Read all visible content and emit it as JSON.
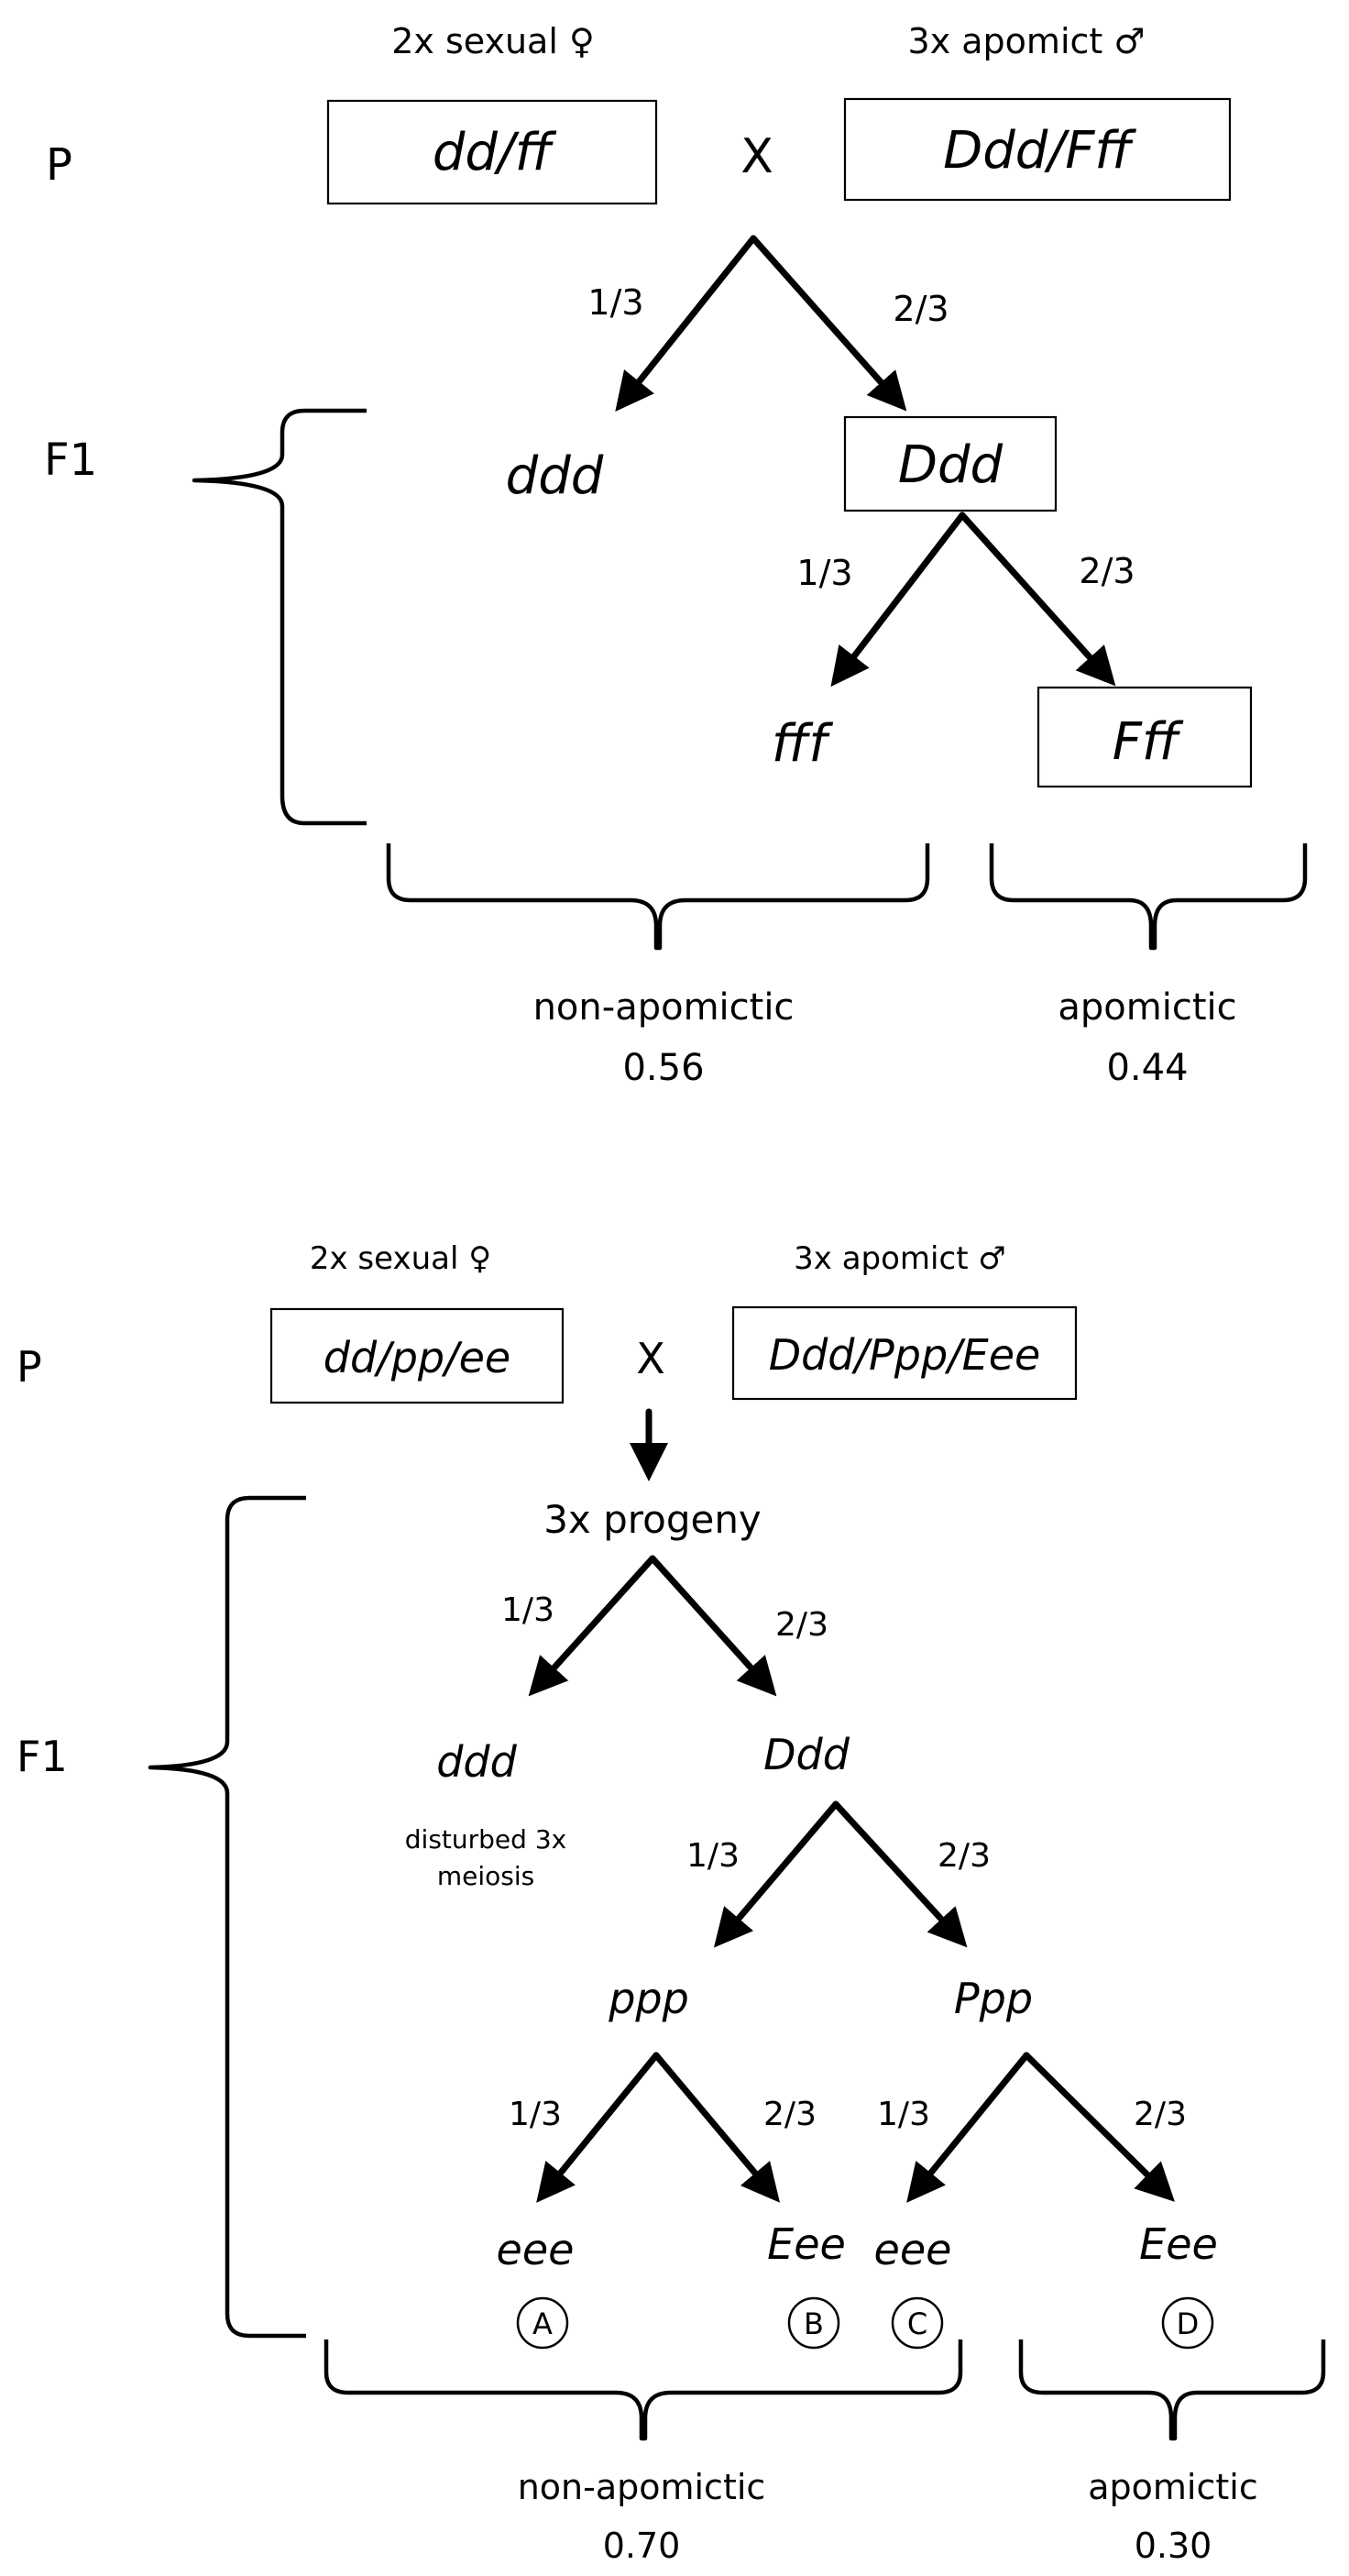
{
  "top": {
    "female_header": "2x sexual ♀",
    "male_header": "3x apomict ♂",
    "gen_p": "P",
    "gen_f1": "F1",
    "cross": "X",
    "female_genotype": "dd/ff",
    "male_genotype": "Ddd/Fff",
    "frac_left": "1/3",
    "frac_right": "2/3",
    "ddd": "ddd",
    "Ddd": "Ddd",
    "frac_left2": "1/3",
    "frac_right2": "2/3",
    "fff": "fff",
    "Fff": "Fff",
    "nonapo_label": "non-apomictic",
    "nonapo_value": "0.56",
    "apo_label": "apomictic",
    "apo_value": "0.44"
  },
  "bottom": {
    "female_header": "2x sexual ♀",
    "male_header": "3x apomict ♂",
    "gen_p": "P",
    "gen_f1": "F1",
    "cross": "X",
    "female_genotype": "dd/pp/ee",
    "male_genotype": "Ddd/Ppp/Eee",
    "progeny": "3x progeny",
    "frac_a1": "1/3",
    "frac_a2": "2/3",
    "ddd": "ddd",
    "Ddd": "Ddd",
    "meiosis_line1": "disturbed 3x",
    "meiosis_line2": "meiosis",
    "frac_b1": "1/3",
    "frac_b2": "2/3",
    "ppp": "ppp",
    "Ppp": "Ppp",
    "frac_c1": "1/3",
    "frac_c2": "2/3",
    "frac_d1": "1/3",
    "frac_d2": "2/3",
    "eee_1": "eee",
    "Eee_1": "Eee",
    "eee_2": "eee",
    "Eee_2": "Eee",
    "circle_a": "A",
    "circle_b": "B",
    "circle_c": "C",
    "circle_d": "D",
    "nonapo_label": "non-apomictic",
    "nonapo_value": "0.70",
    "apo_label": "apomictic",
    "apo_value": "0.30"
  }
}
